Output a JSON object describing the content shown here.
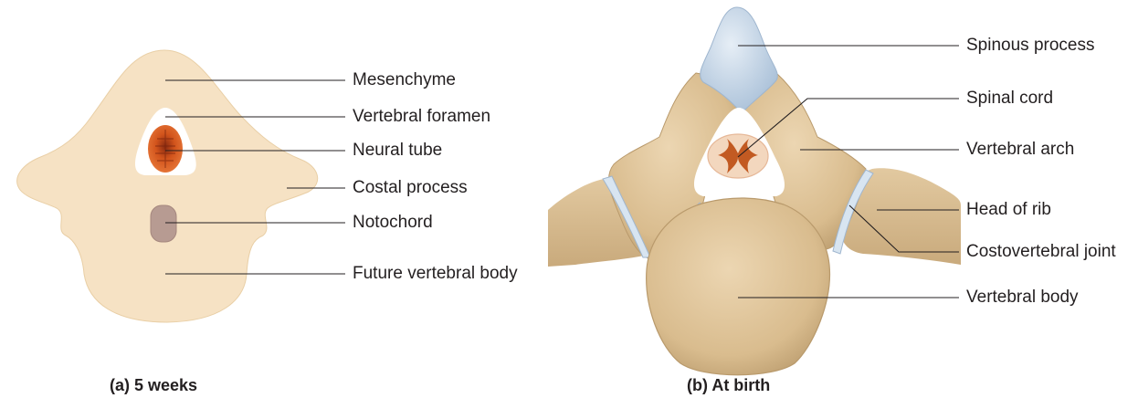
{
  "panel_a": {
    "caption": "(a) 5 weeks",
    "labels": {
      "mesenchyme": "Mesenchyme",
      "vertebral_foramen": "Vertebral foramen",
      "neural_tube": "Neural tube",
      "costal_process": "Costal process",
      "notochord": "Notochord",
      "future_vertebral_body": "Future vertebral body"
    }
  },
  "panel_b": {
    "caption": "(b) At birth",
    "labels": {
      "spinous_process": "Spinous process",
      "spinal_cord": "Spinal cord",
      "vertebral_arch": "Vertebral arch",
      "head_of_rib": "Head of rib",
      "costovertebral_joint": "Costovertebral joint",
      "vertebral_body": "Vertebral body"
    }
  },
  "colors": {
    "mesenchyme_fill": "#f6e2c4",
    "bone_fill": "#dcc196",
    "cartilage_fill": "#c3d5e6",
    "neural_tube_fill": "#d2541c",
    "notochord_fill": "#b79b92",
    "leader_line": "#231f20"
  }
}
